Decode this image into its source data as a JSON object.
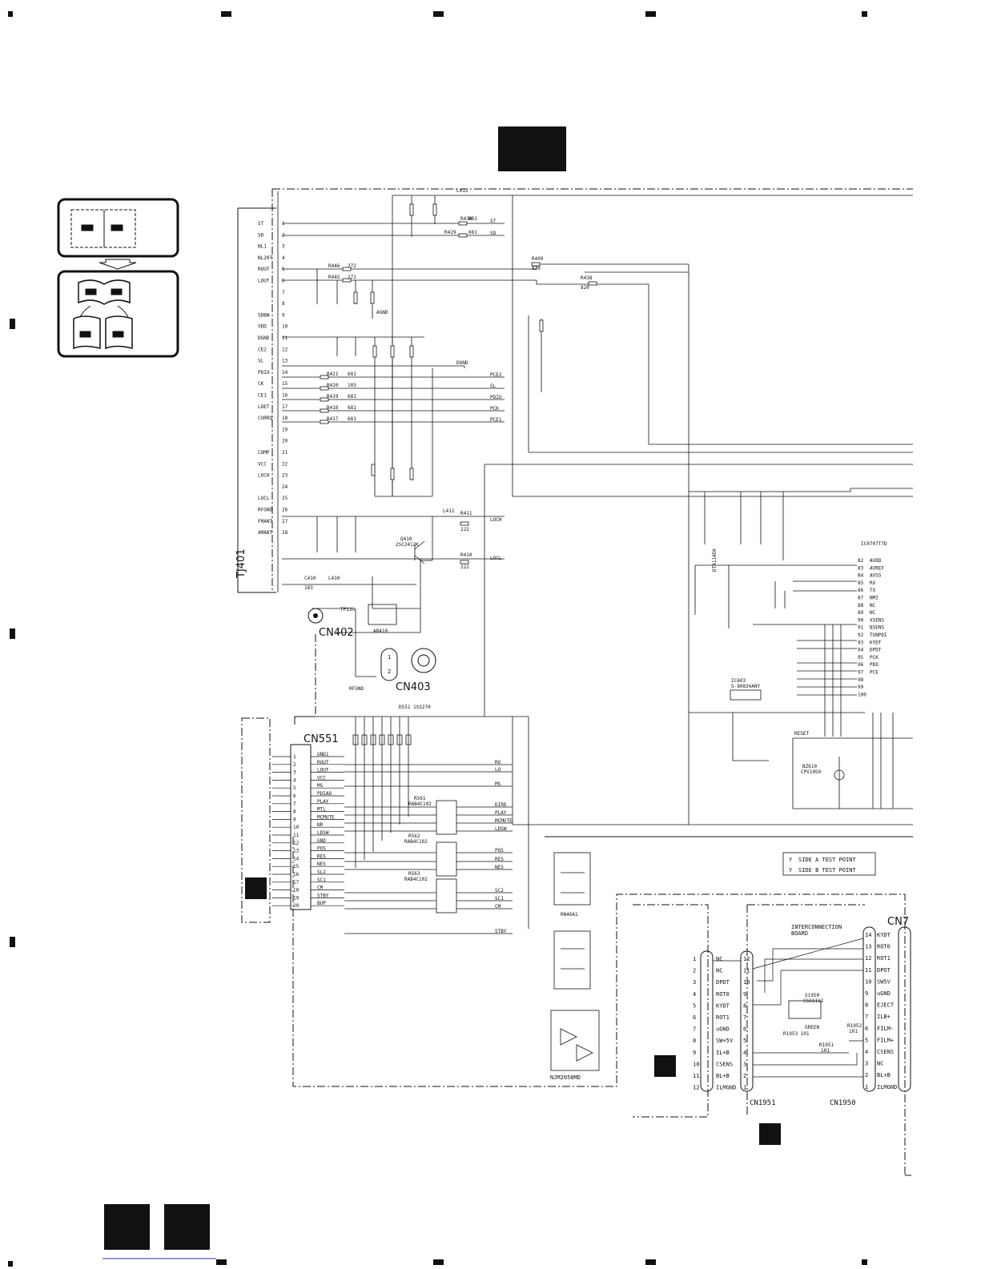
{
  "tuner_pins": [
    "ST",
    "SD",
    "NL1",
    "NL20T",
    "ROUT",
    "LOUT",
    "",
    "",
    "SDBW",
    "VDD",
    "DGND",
    "CE2",
    "SL",
    "PDIO",
    "CK",
    "CE1",
    "LDET",
    "CURRQ",
    "",
    "",
    "COMP",
    "VCC",
    "LOCH",
    "",
    "LOCL",
    "RFGND",
    "FMANT",
    "AMANT"
  ],
  "tuner_label": "TJ401",
  "cn402_label": "CN402",
  "cn403_label": "CN403",
  "cn551_label": "CN551",
  "cn551_pins": [
    "GND1",
    "ROUT",
    "LOUT",
    "VCC",
    "MS",
    "PDIAO",
    "PLAY",
    "MTL",
    "MCMUTE",
    "NR",
    "LDSW",
    "GND",
    "POS",
    "RES",
    "NES",
    "SL2",
    "SC1",
    "CM",
    "STBY",
    "BUP"
  ],
  "right_signals": [
    "ST",
    "SD",
    "PCE2",
    "SL",
    "PDIO",
    "PCK",
    "PCE1",
    "LOCH",
    "LOCL"
  ],
  "cn551_right_signals": [
    "RO",
    "LO",
    "MS",
    "DIRD",
    "PLAY",
    "MCMUTE",
    "LDSW",
    "POS",
    "RES",
    "NES",
    "SC2",
    "SC1",
    "CM",
    "STBY"
  ],
  "res_arrays": [
    "R561\nRAB4C102",
    "R562\nRAB4C102",
    "R563\nRAB4C102"
  ],
  "ic_labels": {
    "rn46a1": "RN46A1",
    "njm": "NJM2058MD",
    "ic603": "IC603\nS-80834ANY",
    "q410": "Q410\n2SC2412K",
    "ar410": "AR410",
    "q610": "DTA114EK",
    "bz610": "BZ610\nCPV1050"
  },
  "mcu_pins": [
    "AVDD",
    "AVREF",
    "AVSS",
    "RX",
    "TX",
    "NMI",
    "NC",
    "NC",
    "XSENS",
    "BSENS",
    "TUNPDI",
    "KYDT",
    "DPDT",
    "PCK",
    "PDO",
    "PCE"
  ],
  "mcu_pin_numbers": [
    "82",
    "83",
    "84",
    "85",
    "86",
    "87",
    "88",
    "89",
    "90",
    "91",
    "92",
    "93",
    "94",
    "95",
    "96",
    "97",
    "98",
    "99",
    "100"
  ],
  "test_point_legend": [
    "SIDE A TEST POINT",
    "SIDE B TEST POINT"
  ],
  "interconnection_label": "INTERCONNECTION\nBOARD",
  "cn1951_label": "CN1951",
  "cn1950_label": "CN1950",
  "cn1951_pins": [
    "NC",
    "NC",
    "DPDT",
    "ROT0",
    "KYDT",
    "ROT1",
    "uGND",
    "SW+5V",
    "IL+B",
    "CSENS",
    "BL+B",
    "ILMGND"
  ],
  "cn1950_pins": [
    "KYDT",
    "ROT0",
    "ROT1",
    "DPOT",
    "SW5V",
    "uGND",
    "EJECT",
    "ILB+",
    "FILM-",
    "FILM+",
    "CSENS",
    "NC",
    "BL+B",
    "ILMGND"
  ],
  "s1950_label": "S1950\nCSG1112",
  "green_label": "GREEN",
  "r1953_label": "R1953 101",
  "r1952_label": "R1952\n101",
  "r1951_label": "R1951\n101",
  "cn_partial": "CN7",
  "agnd": "AGND",
  "dgnd": "DGND",
  "rfgnd": "RFGND",
  "tp130": "TP130",
  "dash": "D551 1SS270",
  "reset": "RESET",
  "l412": "L412"
}
